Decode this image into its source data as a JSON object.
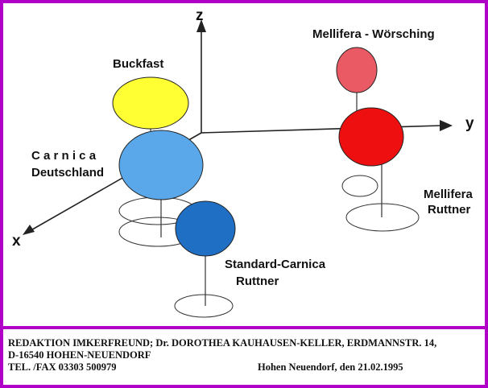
{
  "axes": {
    "x": "x",
    "y": "y",
    "z": "z"
  },
  "groups": [
    {
      "id": "buckfast",
      "label": "Buckfast",
      "color": "#ffff33"
    },
    {
      "id": "carnica-deutschland",
      "label_lines": [
        "C a r n i c a",
        "Deutschland"
      ],
      "color": "#5aa8ea"
    },
    {
      "id": "standard-carnica-ruttner",
      "label_lines": [
        "Standard-Carnica",
        "Ruttner"
      ],
      "color": "#1f6fc4"
    },
    {
      "id": "mellifera-woersching",
      "label": "Mellifera - Wörsching",
      "color": "#ea5a64"
    },
    {
      "id": "mellifera-ruttner",
      "label_lines": [
        "Mellifera",
        "Ruttner"
      ],
      "color": "#ee1010"
    }
  ],
  "footer": {
    "line1": "REDAKTION IMKERFREUND; Dr. DOROTHEA KAUHAUSEN-KELLER, ERDMANNSTR. 14,",
    "line2": "D-16540 HOHEN-NEUENDORF",
    "line3": "TEL. /FAX  03303 500979",
    "date": "Hohen Neuendorf, den 21.02.1995"
  },
  "colors": {
    "frame": "#b000c8"
  }
}
